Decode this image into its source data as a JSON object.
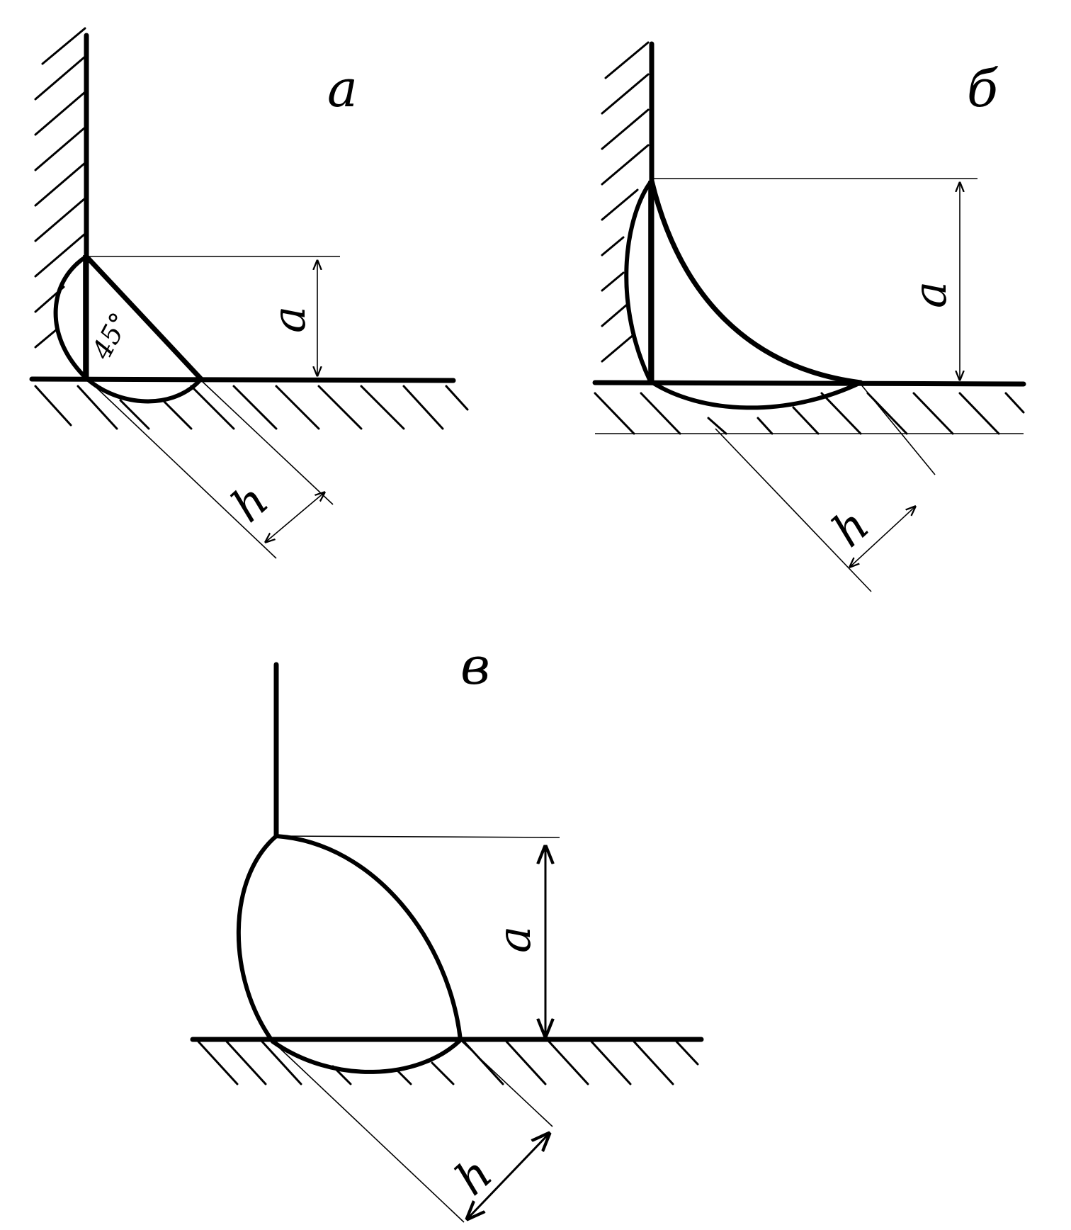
{
  "panels": [
    {
      "id": "a",
      "label": "а",
      "throat_label": "h",
      "leg_label": "a",
      "angle_label": "45°"
    },
    {
      "id": "b",
      "label": "б",
      "throat_label": "h",
      "leg_label": "a"
    },
    {
      "id": "c",
      "label": "в",
      "throat_label": "h",
      "leg_label": "a"
    }
  ],
  "colors": {
    "ink": "#000000",
    "paper": "#ffffff"
  }
}
